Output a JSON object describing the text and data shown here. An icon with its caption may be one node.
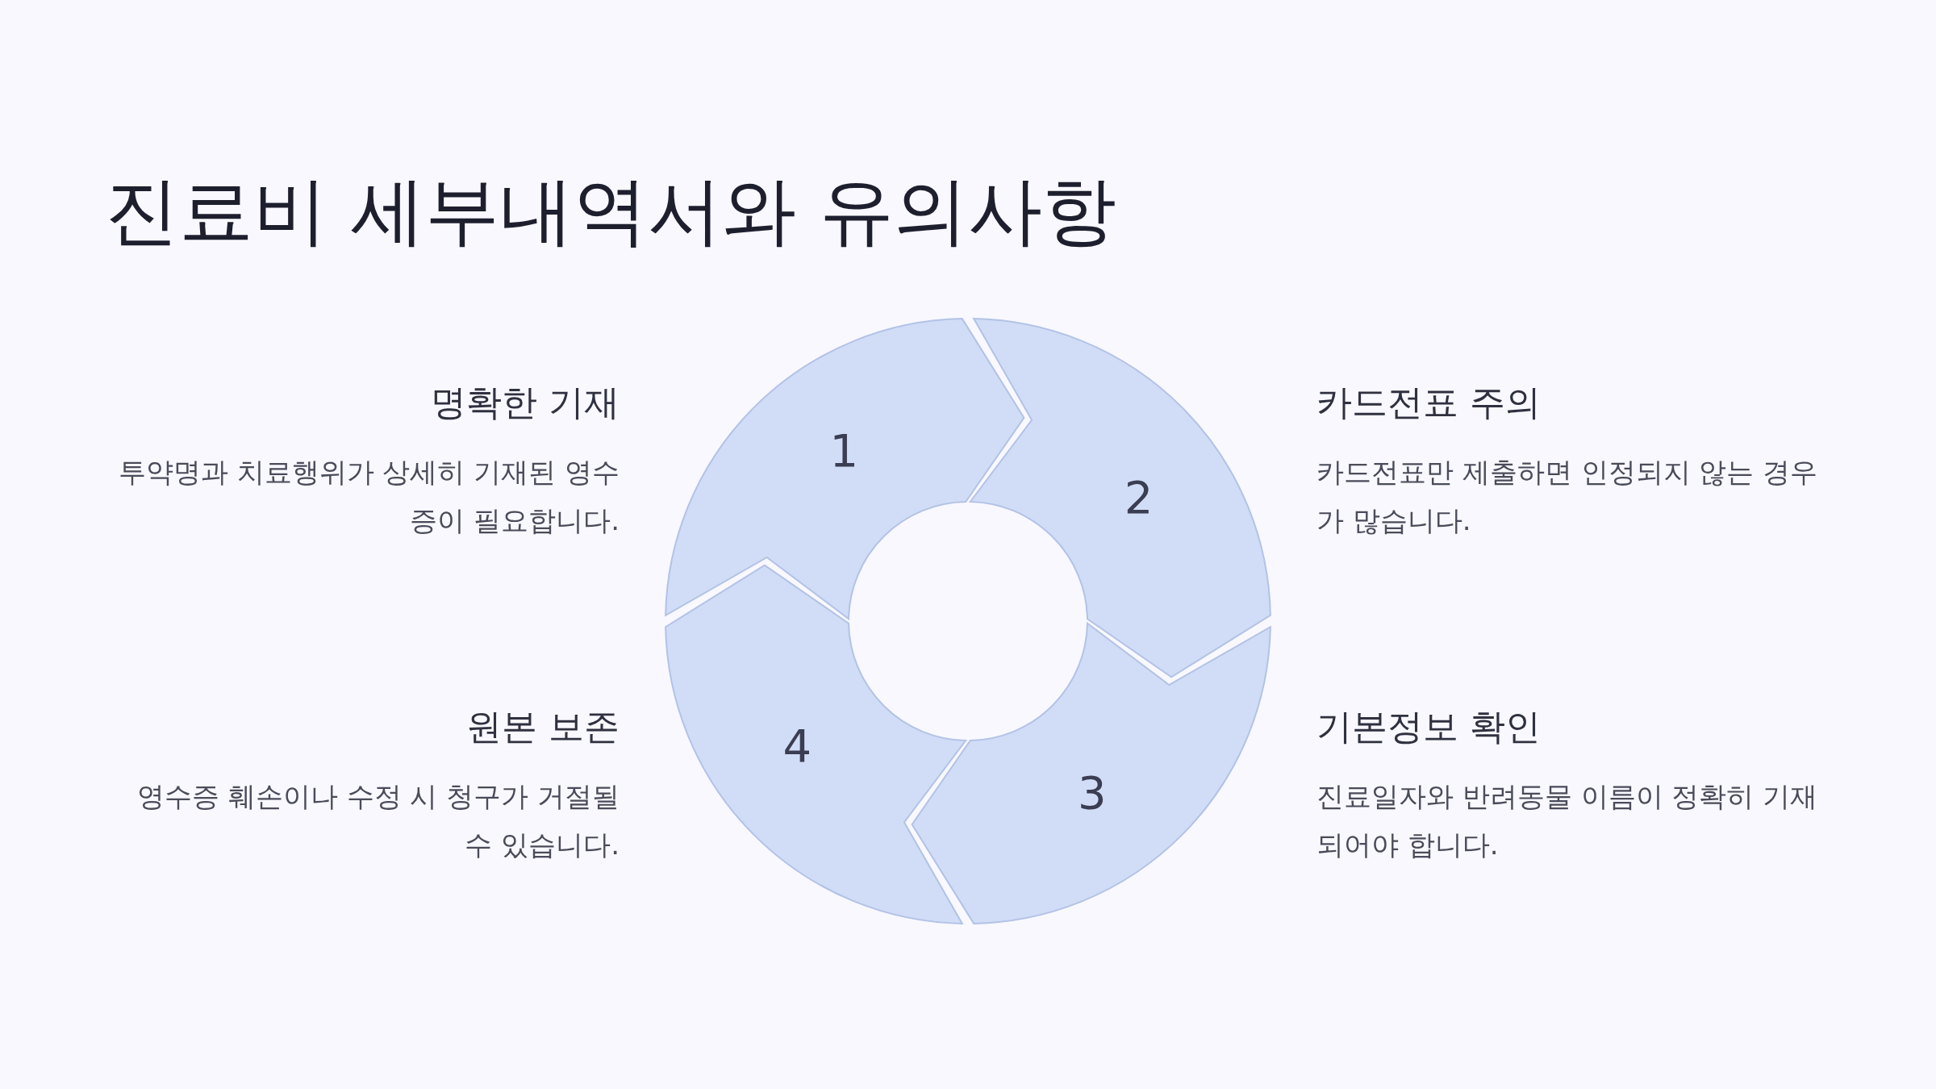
{
  "diagram": {
    "title": "진료비 세부내역서와 유의사항",
    "nodes": [
      {
        "text": [
          "1"
        ],
        "beside": [
          "명확한 기재",
          "투약명과 치료행위가 상세히 기재된 영수증이 필요합니다."
        ]
      },
      {
        "text": [
          "2"
        ],
        "beside": [
          "카드전표 주의",
          "카드전표만 제출하면 인정되지 않는 경우가 많습니다."
        ]
      },
      {
        "text": [
          "3"
        ],
        "beside": [
          "기본정보 확인",
          "진료일자와 반려동물 이름이 정확히 기재되어야 합니다."
        ]
      },
      {
        "text": [
          "4"
        ],
        "beside": [
          "원본 보존",
          "영수증 훼손이나 수정 시 청구가 거절될 수 있습니다."
        ]
      }
    ]
  }
}
